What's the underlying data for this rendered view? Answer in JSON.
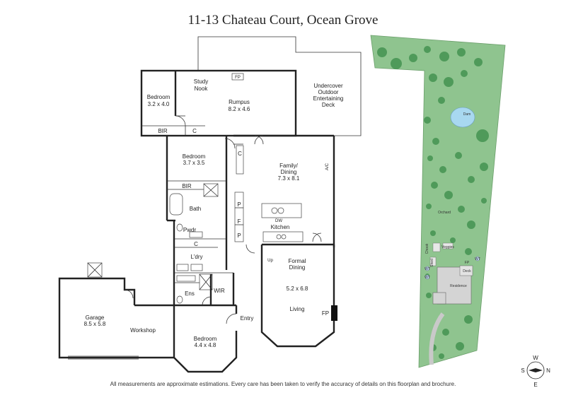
{
  "title": "11-13 Chateau Court, Ocean Grove",
  "rooms": {
    "study_nook": [
      "Study",
      "Nook"
    ],
    "fp_top": "FP",
    "rumpus": [
      "Rumpus",
      "8.2 x 4.6"
    ],
    "bedroom1": [
      "Bedroom",
      "3.2 x 4.0"
    ],
    "bir1": "BIR",
    "c1": "C",
    "outdoor": [
      "Undercover",
      "Outdoor",
      "Entertaining",
      "Deck"
    ],
    "bedroom2": [
      "Bedroom",
      "3.7 x 3.5"
    ],
    "c2": "C",
    "bir2": "BIR",
    "bath": "Bath",
    "family": [
      "Family/",
      "Dining",
      "7.3 x 8.1"
    ],
    "ac": "A/C",
    "dw": "DW",
    "pantry1": "P",
    "fridge": "F",
    "pantry2": "P",
    "kitchen": "Kitchen",
    "pwdr": "Pwdr",
    "c3": "C",
    "ldry": "L'dry",
    "up": "Up",
    "formal": [
      "Formal",
      "Dining"
    ],
    "living_size": "5.2 x 6.8",
    "living": "Living",
    "fp_living": "FP",
    "ens": "Ens",
    "wir": "WIR",
    "garage": [
      "Garage",
      "8.5 x 5.8"
    ],
    "workshop": "Workshop",
    "entry": "Entry",
    "bedroom3": [
      "Bedroom",
      "4.4 x 4.8"
    ]
  },
  "site": {
    "dam": "Dam",
    "orchard": "Orchard",
    "residence": "Residence",
    "deck": "Deck",
    "fp": "FP",
    "chook": "Chook",
    "veggies": "Veggies",
    "wt1": "WT",
    "wt2": "WT",
    "wt3": "WT",
    "shed": "Shed"
  },
  "compass": {
    "n": "N",
    "s": "S",
    "e": "E",
    "w": "W"
  },
  "footnote": "All measurements are approximate estimations. Every care has been taken to verify the accuracy of details on this floorplan and brochure."
}
